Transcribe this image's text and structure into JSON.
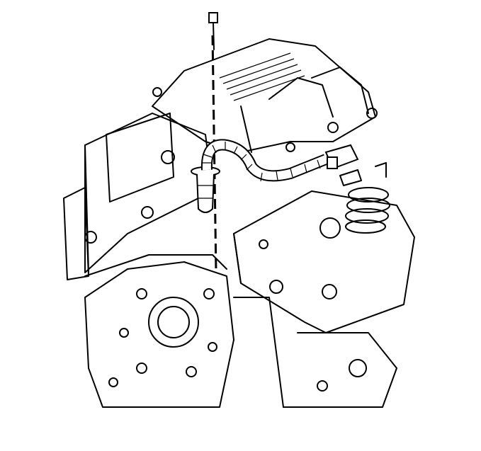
{
  "diagram": {
    "type": "technical-line-illustration",
    "colors": {
      "line": "#000000",
      "background": "#ffffff"
    },
    "parts": [
      "engine-block",
      "intake-manifold",
      "cylinder-head",
      "front-cover",
      "bolt",
      "sensor",
      "wiring-harness",
      "electrical-connector",
      "valve-springs"
    ]
  }
}
